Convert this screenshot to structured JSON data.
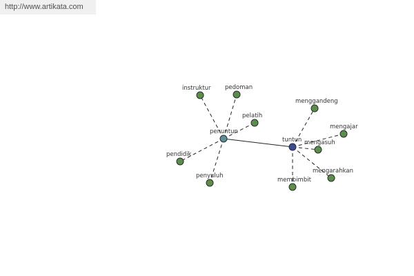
{
  "header": {
    "url": "http://www.artikata.com"
  },
  "colors": {
    "leaf": "#5a8f4a",
    "hub_penuntun": "#5a8f9a",
    "hub_tuntun": "#3a4a9a"
  },
  "graph": {
    "nodes": [
      {
        "id": "penuntun",
        "label": "penuntun",
        "kind": "hub_penuntun"
      },
      {
        "id": "tuntun",
        "label": "tuntun",
        "kind": "hub_tuntun"
      },
      {
        "id": "instruktur",
        "label": "instruktur",
        "kind": "leaf"
      },
      {
        "id": "pedoman",
        "label": "pedoman",
        "kind": "leaf"
      },
      {
        "id": "pelatih",
        "label": "pelatih",
        "kind": "leaf"
      },
      {
        "id": "pendidik",
        "label": "pendidik",
        "kind": "leaf"
      },
      {
        "id": "penyuluh",
        "label": "penyuluh",
        "kind": "leaf"
      },
      {
        "id": "menggandeng",
        "label": "menggandeng",
        "kind": "leaf"
      },
      {
        "id": "mengajar",
        "label": "mengajar",
        "kind": "leaf"
      },
      {
        "id": "mengasuh",
        "label": "mengasuh",
        "kind": "leaf"
      },
      {
        "id": "mengarahkan",
        "label": "mengarahkan",
        "kind": "leaf"
      },
      {
        "id": "membimbit",
        "label": "membimbit",
        "kind": "leaf"
      }
    ],
    "edges": [
      {
        "from": "penuntun",
        "to": "tuntun",
        "style": "solid"
      },
      {
        "from": "penuntun",
        "to": "instruktur",
        "style": "dashed"
      },
      {
        "from": "penuntun",
        "to": "pedoman",
        "style": "dashed"
      },
      {
        "from": "penuntun",
        "to": "pelatih",
        "style": "dashed"
      },
      {
        "from": "penuntun",
        "to": "pendidik",
        "style": "dashed"
      },
      {
        "from": "penuntun",
        "to": "penyuluh",
        "style": "dashed"
      },
      {
        "from": "tuntun",
        "to": "menggandeng",
        "style": "dashed"
      },
      {
        "from": "tuntun",
        "to": "mengajar",
        "style": "dashed"
      },
      {
        "from": "tuntun",
        "to": "mengasuh",
        "style": "dashed"
      },
      {
        "from": "tuntun",
        "to": "mengarahkan",
        "style": "dashed"
      },
      {
        "from": "tuntun",
        "to": "membimbit",
        "style": "dashed"
      }
    ]
  }
}
